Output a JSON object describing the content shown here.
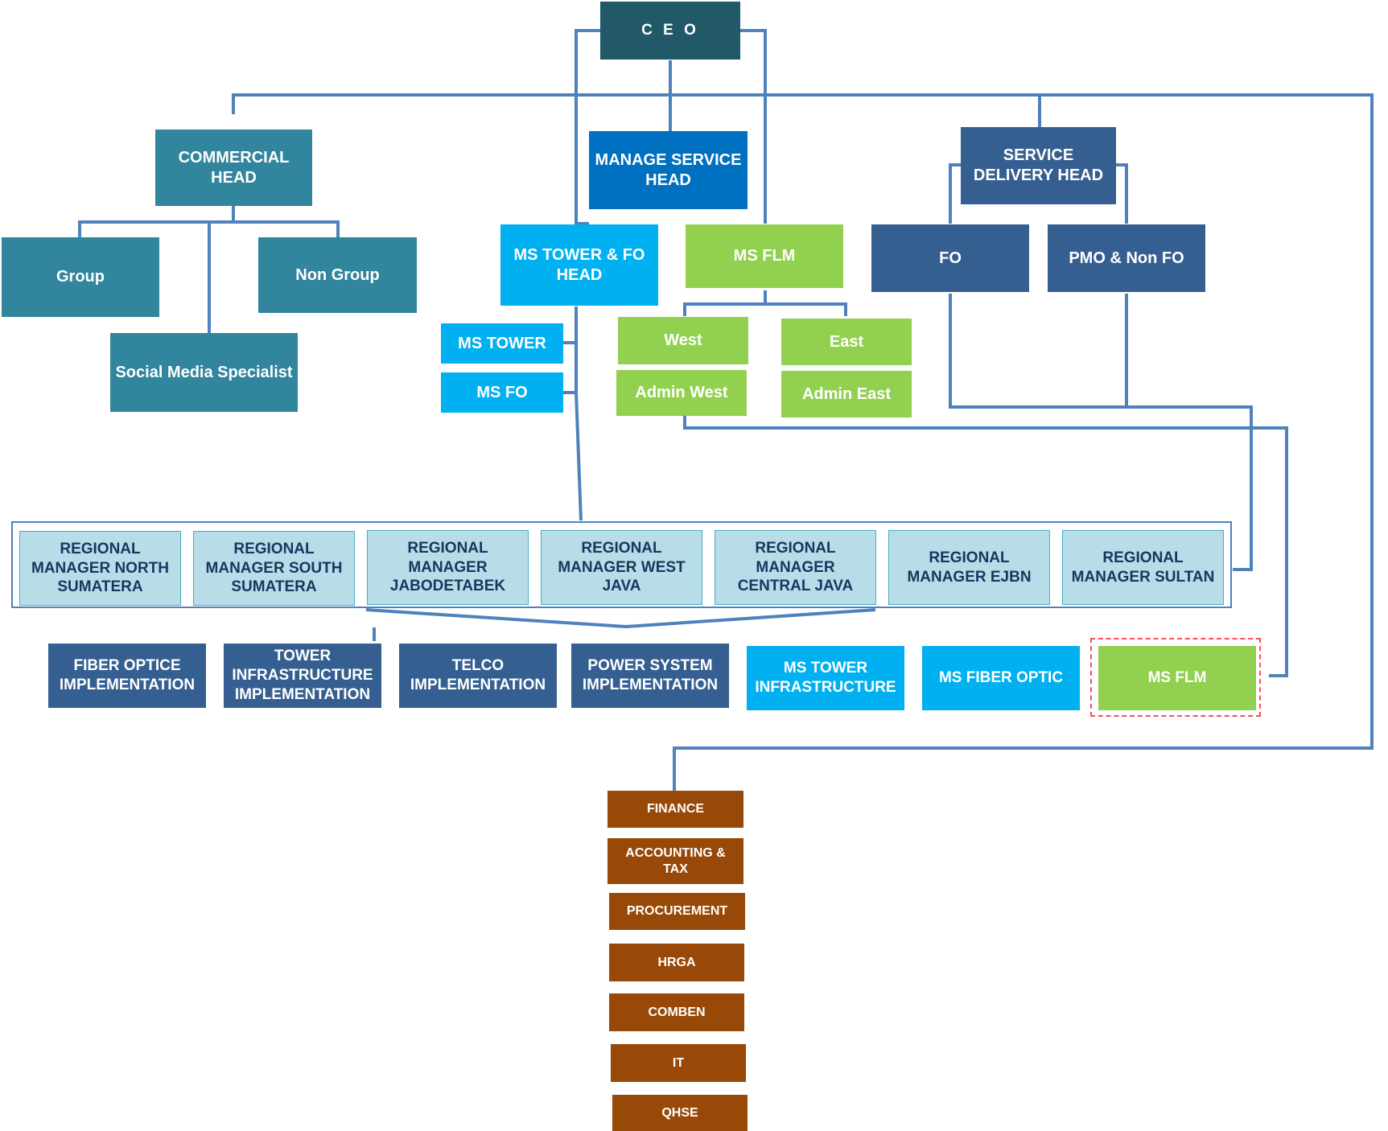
{
  "ceo": "C E O",
  "commercial": {
    "head": "COMMERCIAL HEAD",
    "group": "Group",
    "non_group": "Non Group",
    "social_media": "Social Media Specialist"
  },
  "manage_service": {
    "head": "MANAGE SERVICE HEAD",
    "tower_fo_head": "MS TOWER & FO HEAD",
    "ms_tower": "MS TOWER",
    "ms_fo": "MS FO",
    "ms_flm": "MS FLM",
    "west": "West",
    "east": "East",
    "admin_west": "Admin West",
    "admin_east": "Admin East"
  },
  "service_delivery": {
    "head": "SERVICE DELIVERY HEAD",
    "fo": "FO",
    "pmo": "PMO & Non FO"
  },
  "regional_managers": [
    "REGIONAL MANAGER NORTH SUMATERA",
    "REGIONAL MANAGER SOUTH SUMATERA",
    "REGIONAL MANAGER JABODETABEK",
    "REGIONAL MANAGER WEST JAVA",
    "REGIONAL MANAGER CENTRAL JAVA",
    "REGIONAL MANAGER EJBN",
    "REGIONAL MANAGER SULTAN"
  ],
  "implementation_units": [
    "FIBER OPTICE IMPLEMENTATION",
    "TOWER INFRASTRUCTURE IMPLEMENTATION",
    "TELCO IMPLEMENTATION",
    "POWER SYSTEM IMPLEMENTATION",
    "MS TOWER INFRASTRUCTURE",
    "MS FIBER OPTIC",
    "MS FLM"
  ],
  "support_functions": [
    "FINANCE",
    "ACCOUNTING & TAX",
    "PROCUREMENT",
    "HRGA",
    "COMBEN",
    "IT",
    "QHSE"
  ],
  "colors": {
    "teal": "#31859c",
    "navy": "#365f91",
    "blue": "#0070c0",
    "sky": "#00b0f0",
    "green": "#92d050",
    "dark_teal": "#215968",
    "light_blue": "#b7dde8",
    "brown": "#984807",
    "connector": "#4f81bd",
    "highlight_border": "#ff4d4d"
  }
}
